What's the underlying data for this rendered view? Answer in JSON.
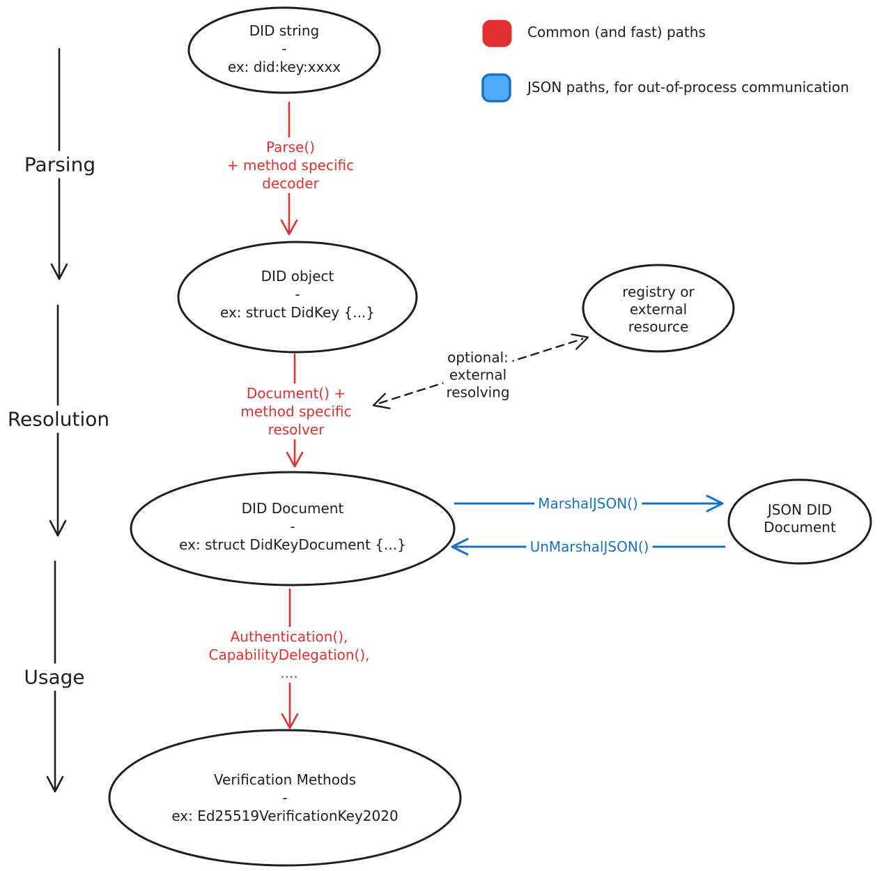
{
  "colors": {
    "red": "#e03131",
    "blue": "#1971c2",
    "blue_fill": "#4dabf7",
    "ink": "#1e1e1e"
  },
  "legend": {
    "items": [
      {
        "color": "#e03131",
        "label": "Common (and fast) paths"
      },
      {
        "color": "#4dabf7",
        "label": "JSON paths, for out-of-process communication"
      }
    ]
  },
  "sections": {
    "parsing": "Parsing",
    "resolution": "Resolution",
    "usage": "Usage"
  },
  "nodes": {
    "did_string": {
      "lines": [
        "DID string",
        "-",
        "ex: did:key:xxxx"
      ]
    },
    "did_object": {
      "lines": [
        "DID object",
        "-",
        "ex: struct DidKey {...}"
      ]
    },
    "registry": {
      "lines": [
        "registry or",
        "external",
        "resource"
      ]
    },
    "did_document": {
      "lines": [
        "DID Document",
        "-",
        "ex: struct DidKeyDocument {...}"
      ]
    },
    "json_did_document": {
      "lines": [
        "JSON DID",
        "Document"
      ]
    },
    "verification_methods": {
      "lines": [
        "Verification Methods",
        "-",
        "ex: Ed25519VerificationKey2020"
      ]
    }
  },
  "edges": {
    "parse": {
      "lines": [
        "Parse()",
        "+ method specific",
        "decoder"
      ]
    },
    "resolve": {
      "lines": [
        "Document() +",
        "method specific",
        "resolver"
      ]
    },
    "use": {
      "lines": [
        "Authentication(),",
        "CapabilityDelegation(),",
        "...."
      ]
    },
    "marshal": {
      "label": "MarshalJSON()"
    },
    "unmarshal": {
      "label": "UnMarshalJSON()"
    },
    "optional": {
      "lines": [
        "optional:",
        "external",
        "resolving"
      ]
    }
  }
}
